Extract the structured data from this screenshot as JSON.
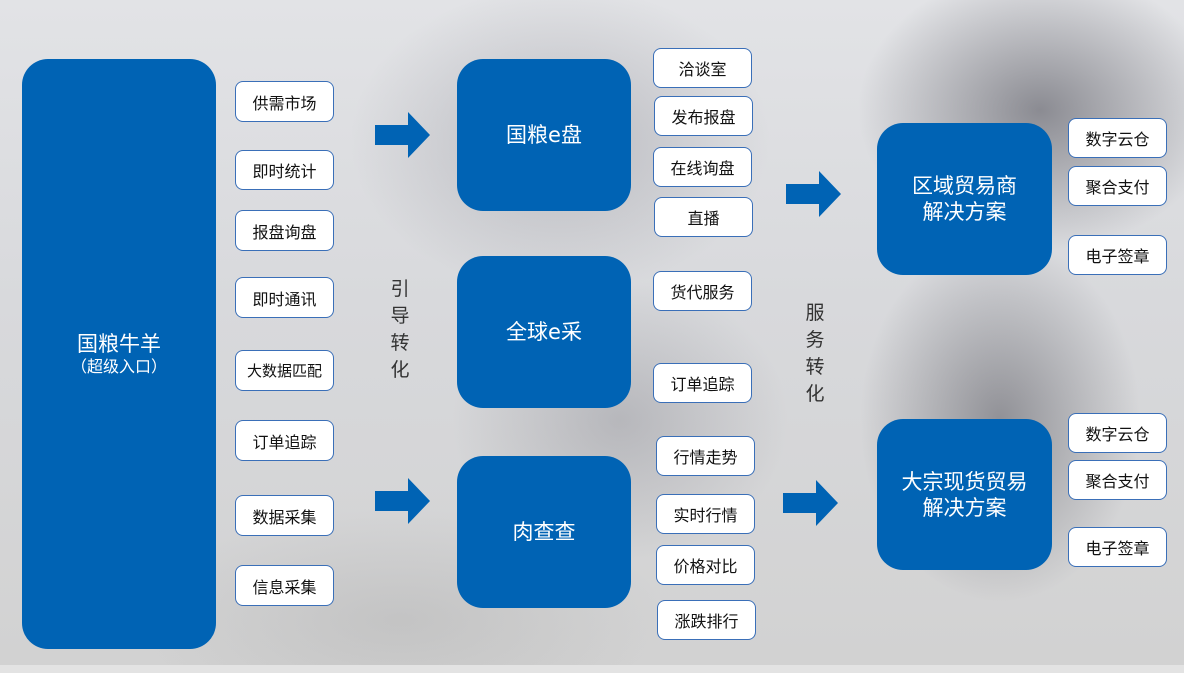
{
  "colors": {
    "primary_blue": "#0063b4",
    "pill_border": "#3a6fb8"
  },
  "entry": {
    "title": "国粮牛羊",
    "subtitle": "（超级入口）"
  },
  "entry_features": [
    "供需市场",
    "即时统计",
    "报盘询盘",
    "即时通讯",
    "大数据匹配",
    "订单追踪",
    "数据采集",
    "信息采集"
  ],
  "guide_label": "引导转化",
  "service_label": "服务转化",
  "platforms": [
    {
      "name": "国粮e盘",
      "features": [
        "洽谈室",
        "发布报盘",
        "在线询盘",
        "直播"
      ]
    },
    {
      "name": "全球e采",
      "features": [
        "货代服务",
        "订单追踪"
      ]
    },
    {
      "name": "肉查查",
      "features": [
        "行情走势",
        "实时行情",
        "价格对比",
        "涨跌排行"
      ]
    }
  ],
  "solutions": [
    {
      "name_line1": "区域贸易商",
      "name_line2": "解决方案",
      "features": [
        "数字云仓",
        "聚合支付",
        "电子签章"
      ]
    },
    {
      "name_line1": "大宗现货贸易",
      "name_line2": "解决方案",
      "features": [
        "数字云仓",
        "聚合支付",
        "电子签章"
      ]
    }
  ],
  "arrow_icon": "right-arrow-icon"
}
